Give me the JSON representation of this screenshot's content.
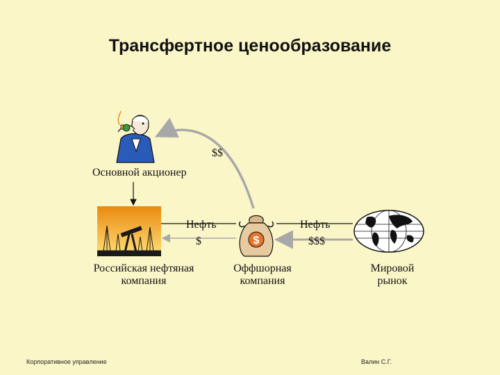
{
  "title": "Трансфертное ценообразование",
  "nodes": {
    "shareholder": "Основной акционер",
    "russian_company": "Российская нефтяная компания",
    "offshore_company": "Оффшорная компания",
    "world_market": "Мировой рынок"
  },
  "flows": {
    "ru_to_offshore_goods": "Нефть",
    "offshore_to_ru_money": "$",
    "offshore_to_market_goods": "Нефть",
    "market_to_offshore_money": "$$$",
    "offshore_to_shareholder_money": "$$"
  },
  "icons": {
    "shareholder": "businessman-with-cigar-icon",
    "russian_company": "oil-field-pumpjack-icon",
    "offshore_company": "money-bag-icon",
    "world_market": "globe-icon"
  },
  "footer": {
    "left": "Корпоративное управление",
    "right": "Валин С.Г."
  },
  "colors": {
    "background": "#FBF6C8",
    "arrow_gray": "#A8A8A8",
    "oil_sky": "#F2A21E"
  }
}
